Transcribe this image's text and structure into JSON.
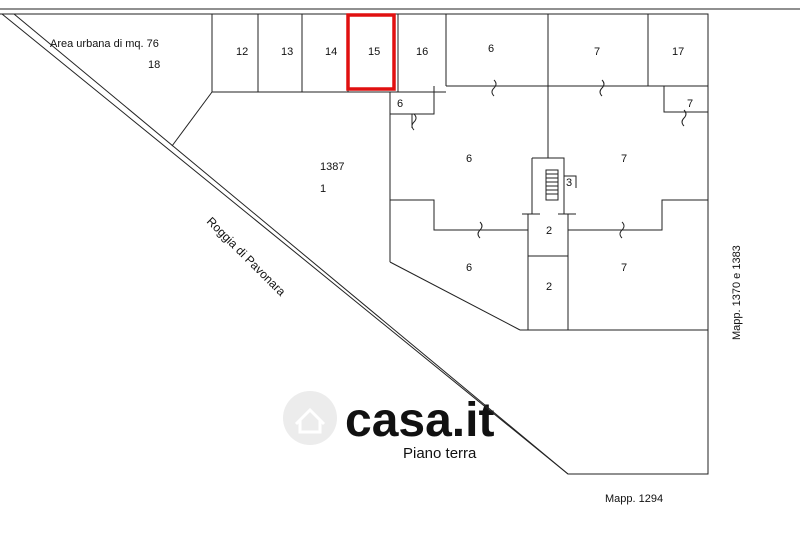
{
  "labels": {
    "area_urbana": "Area urbana di mq. 76",
    "area_urbana_num": "18",
    "unit_12": "12",
    "unit_13": "13",
    "unit_14": "14",
    "unit_15": "15",
    "unit_16": "16",
    "unit_6_top": "6",
    "unit_7_top": "7",
    "unit_17": "17",
    "unit_6_small": "6",
    "unit_7_small": "7",
    "parcel_number": "1387",
    "parcel_sub": "1",
    "room_6_mid": "6",
    "room_7_mid": "7",
    "stair_3": "3",
    "room_2_upper": "2",
    "room_2_lower": "2",
    "room_6_low": "6",
    "room_7_low": "7",
    "roggia": "Roggia di Pavonara",
    "mapp_right": "Mapp. 1370 e 1383",
    "mapp_bottom": "Mapp. 1294",
    "piano_terra": "Piano terra",
    "watermark": "casa.it"
  },
  "highlight": {
    "unit": "15",
    "color": "#e01010"
  }
}
